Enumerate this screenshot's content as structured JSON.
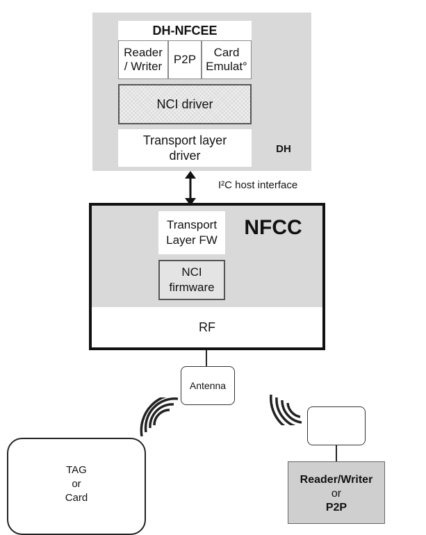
{
  "dh": {
    "nfcee_title": "DH-NFCEE",
    "cells": {
      "reader_writer_1": "Reader",
      "reader_writer_2": "/ Writer",
      "p2p": "P2P",
      "card_emulation_1": "Card",
      "card_emulation_2": "Emulat°"
    },
    "nci_driver": "NCI driver",
    "transport_driver_1": "Transport layer",
    "transport_driver_2": "driver",
    "label": "DH"
  },
  "interface_label": "I²C host interface",
  "nfcc": {
    "transport_fw_1": "Transport",
    "transport_fw_2": "Layer FW",
    "label": "NFCC",
    "nci_firmware_1": "NCI",
    "nci_firmware_2": "firmware",
    "rf": "RF"
  },
  "antenna": "Antenna",
  "tag": {
    "line1": "TAG",
    "line2": "or",
    "line3": "Card"
  },
  "reader": {
    "line1": "Reader/Writer",
    "line2": "or",
    "line3": "P2P"
  }
}
